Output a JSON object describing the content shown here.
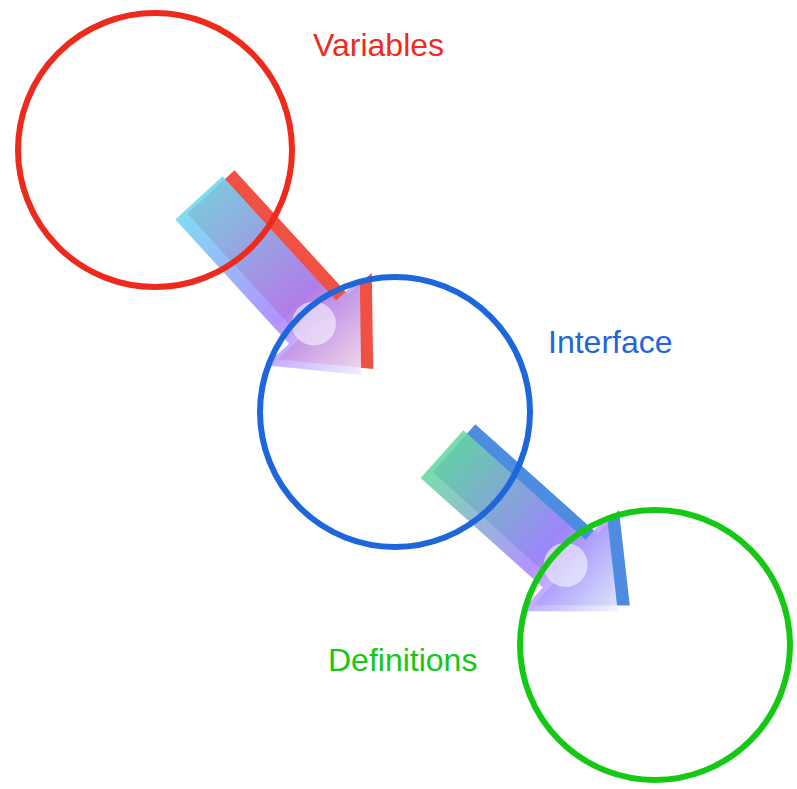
{
  "diagram": {
    "nodes": [
      {
        "text": [
          "Variables"
        ]
      },
      {
        "text": [
          "Interface"
        ]
      },
      {
        "text": [
          "Definitions"
        ]
      }
    ],
    "edges": [
      {
        "from": 0,
        "to": 1,
        "arrow": "to"
      },
      {
        "from": 1,
        "to": 2,
        "arrow": "to"
      }
    ]
  }
}
